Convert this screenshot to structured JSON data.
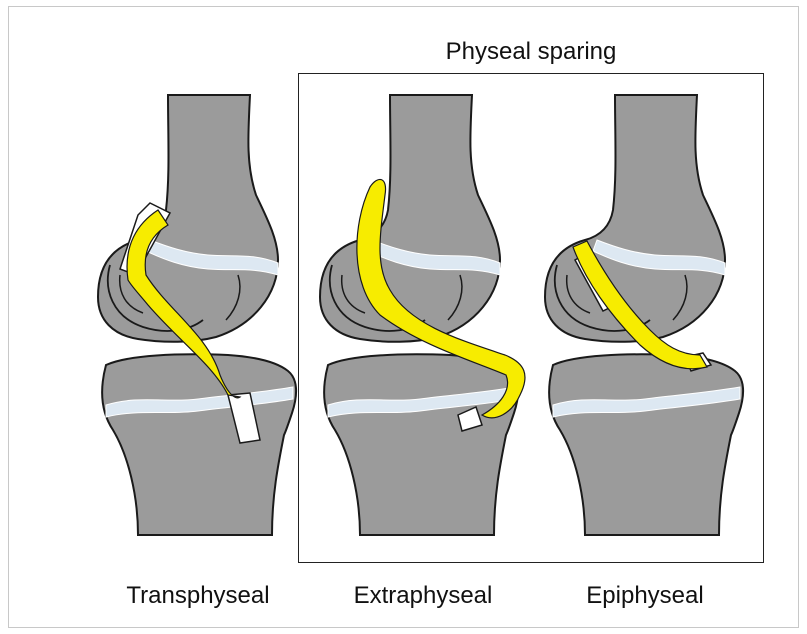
{
  "group_title": "Physeal sparing",
  "techniques": [
    {
      "label": "Transphyseal"
    },
    {
      "label": "Extraphyseal"
    },
    {
      "label": "Epiphyseal"
    }
  ],
  "colors": {
    "bone": "#9b9b9b",
    "outline": "#1a1a1a",
    "physis": "#dde8f2",
    "graft": "#f7ec00",
    "tunnel": "#ffffff"
  }
}
